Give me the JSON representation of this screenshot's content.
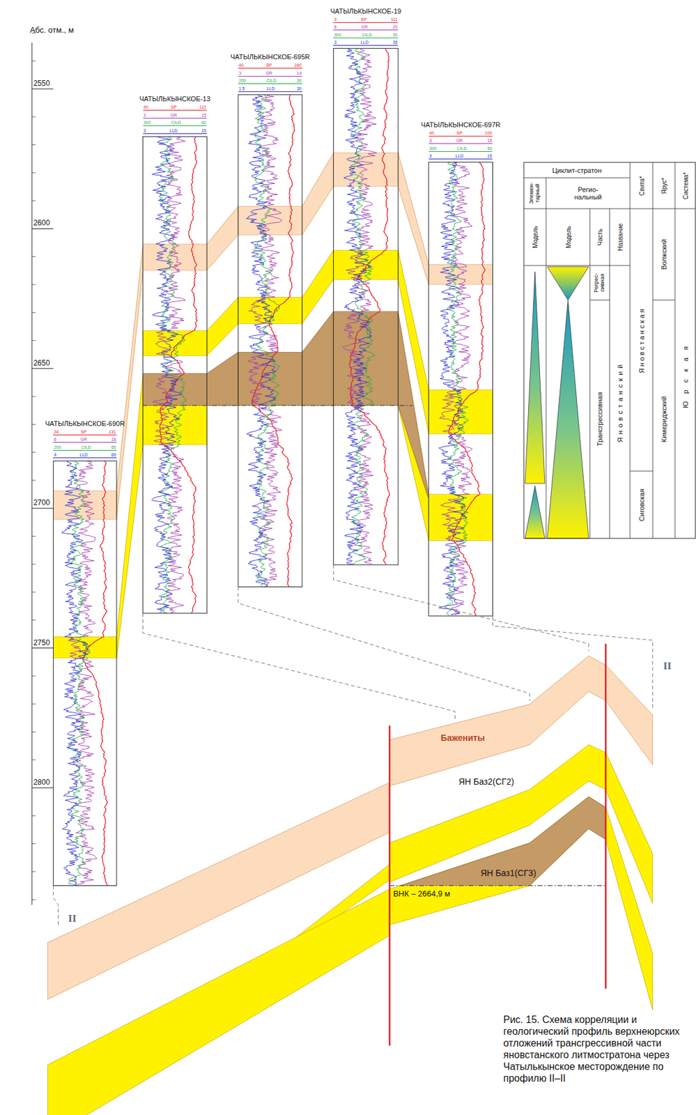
{
  "diagram": {
    "caption": "Рис. 15. Схема корреляции и геологический профиль верхнеюрских отложений трансгрессивной части яновстанского литмостратона через Чатылькынское месторождение по профилю II–II",
    "nodes": [
      {
        "text": [
          "ЧАТЫЛЬКЫНСКОЕ-690R",
          "24",
          "SP",
          "131",
          "6",
          "GR",
          "18",
          "200",
          "CILD",
          "65",
          "4",
          "LLD",
          "69"
        ]
      },
      {
        "text": [
          "ЧАТЫЛЬКЫНСКОЕ-13",
          "40",
          "SP",
          "110",
          "3",
          "GR",
          "15",
          "300",
          "CILD",
          "60",
          "3",
          "LLD",
          "15"
        ]
      },
      {
        "text": [
          "ЧАТЫЛЬКЫНСКОЕ-695R",
          "40",
          "SP",
          "160",
          "3",
          "GR",
          "14",
          "200",
          "CILD",
          "30",
          "1.5",
          "LLD",
          "30"
        ]
      },
      {
        "text": [
          "ЧАТЫЛЬКЫНСКОЕ-19",
          "3",
          "SP",
          "111",
          "6",
          "GR",
          "20",
          "300",
          "CILD",
          "30",
          "3",
          "LLD",
          "35"
        ]
      },
      {
        "text": [
          "ЧАТЫЛЬКЫНСКОЕ-697R",
          "40",
          "SP",
          "100",
          "3",
          "GR",
          "15",
          "300",
          "CILD",
          "50",
          "3",
          "LLD",
          "15"
        ]
      }
    ],
    "labels": [
      "Абс. отм., м",
      "2550",
      "2600",
      "2650",
      "2700",
      "2750",
      "2800",
      "Циклит-стратон",
      "Элемен- тарный",
      "Регио- нальный",
      "Модель",
      "Модель",
      "Часть",
      "Название",
      "Свита*",
      "Ярус*",
      "Система*",
      "Регрес- сивная",
      "Трансгрессивная",
      "Яновстанский",
      "Яновстанская",
      "Сиговская",
      "Волжский",
      "Кимериджский",
      "Юрская",
      "Бажениты",
      "ЯН Баз2(СГ2)",
      "ЯН Баз1(СГ3)",
      "ВНК – 2664,9 м",
      "II",
      "II"
    ]
  }
}
